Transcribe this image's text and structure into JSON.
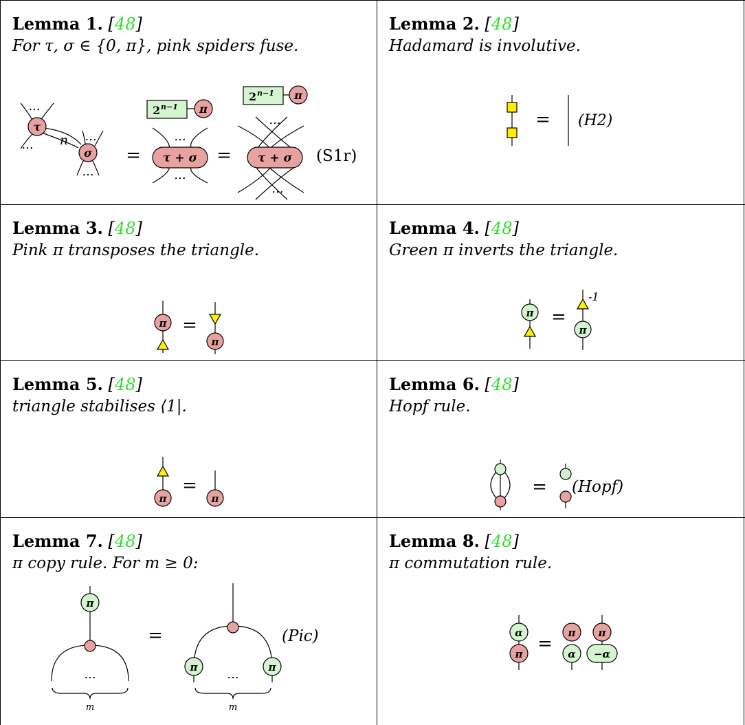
{
  "colors": {
    "pink_spider": "#e8a3a0",
    "green_spider": "#d4f5d0",
    "yellow_box": "#ffee00",
    "citation": "#33dd33",
    "grid": "#000000"
  },
  "lemmas": [
    {
      "title": "Lemma 1.",
      "cite_ref": "48",
      "description": "For τ, σ ∈ {0, π}, pink spiders fuse.",
      "diagram": {
        "phases": [
          "τ",
          "σ",
          "τ + σ",
          "π"
        ],
        "labels": [
          "n",
          "2",
          "n−1",
          "..."
        ],
        "equals": "=",
        "rule_label": "(S1r)"
      }
    },
    {
      "title": "Lemma 2.",
      "cite_ref": "48",
      "description": "Hadamard is involutive.",
      "diagram": {
        "equals": "=",
        "rule_label": "(H2)"
      }
    },
    {
      "title": "Lemma 3.",
      "cite_ref": "48",
      "description": "Pink π transposes the triangle.",
      "diagram": {
        "phases": [
          "π"
        ],
        "equals": "="
      }
    },
    {
      "title": "Lemma 4.",
      "cite_ref": "48",
      "description": "Green π inverts the triangle.",
      "diagram": {
        "phases": [
          "π"
        ],
        "equals": "=",
        "superscript": "-1"
      }
    },
    {
      "title": "Lemma 5.",
      "cite_ref": "48",
      "description": "triangle stabilises ⟨1|.",
      "diagram": {
        "phases": [
          "π"
        ],
        "equals": "="
      }
    },
    {
      "title": "Lemma 6.",
      "cite_ref": "48",
      "description": "Hopf rule.",
      "diagram": {
        "equals": "=",
        "rule_label": "(Hopf)"
      }
    },
    {
      "title": "Lemma 7.",
      "cite_ref": "48",
      "description": "π copy rule. For m ≥ 0:",
      "diagram": {
        "phases": [
          "π"
        ],
        "equals": "=",
        "dots": "...",
        "brace_label": "m",
        "rule_label": "(Pic)"
      }
    },
    {
      "title": "Lemma 8.",
      "cite_ref": "48",
      "description": "π commutation rule.",
      "diagram": {
        "phases": [
          "α",
          "π",
          "−α"
        ],
        "equals": "="
      }
    }
  ]
}
